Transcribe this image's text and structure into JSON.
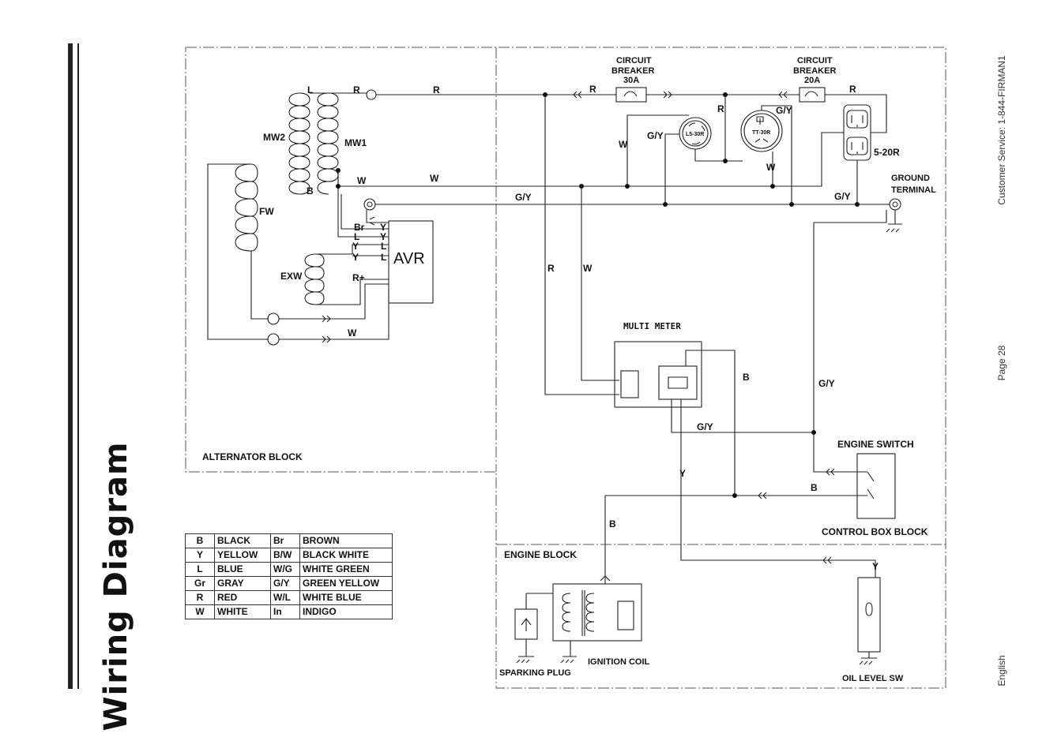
{
  "page": {
    "title": "Wiring Diagram",
    "language": "English",
    "page_number": "Page 28",
    "customer_service": "Customer Service: 1-844-FIRMAN1"
  },
  "blocks": {
    "alternator": "ALTERNATOR BLOCK",
    "engine": "ENGINE BLOCK",
    "control_box": "CONTROL BOX BLOCK"
  },
  "components": {
    "mw2": "MW2",
    "mw1": "MW1",
    "fw": "FW",
    "exw": "EXW",
    "avr": "AVR",
    "breaker1": [
      "CIRCUIT",
      "BREAKER",
      "30A"
    ],
    "breaker2": [
      "CIRCUIT",
      "BREAKER",
      "20A"
    ],
    "outlet_520": "5-20R",
    "ground_terminal": [
      "GROUND",
      "TERMINAL"
    ],
    "outlet_l530": "L5-30R",
    "outlet_tt30": "TT-30R",
    "multi_meter": "MULTI METER",
    "engine_switch": "ENGINE SWITCH",
    "ignition_coil": "IGNITION COIL",
    "sparking_plug": "SPARKING PLUG",
    "oil_level_sw": "OIL LEVEL SW"
  },
  "wire_labels": {
    "L": "L",
    "R": "R",
    "W": "W",
    "B": "B",
    "GY": "G/Y",
    "Y": "Y",
    "Br": "Br",
    "Rplus": "R+"
  },
  "legend": [
    [
      "B",
      "BLACK",
      "Br",
      "BROWN"
    ],
    [
      "Y",
      "YELLOW",
      "B/W",
      "BLACK WHITE"
    ],
    [
      "L",
      "BLUE",
      "W/G",
      "WHITE GREEN"
    ],
    [
      "Gr",
      "GRAY",
      "G/Y",
      "GREEN YELLOW"
    ],
    [
      "R",
      "RED",
      "W/L",
      "WHITE BLUE"
    ],
    [
      "W",
      "WHITE",
      "In",
      "INDIGO"
    ]
  ]
}
